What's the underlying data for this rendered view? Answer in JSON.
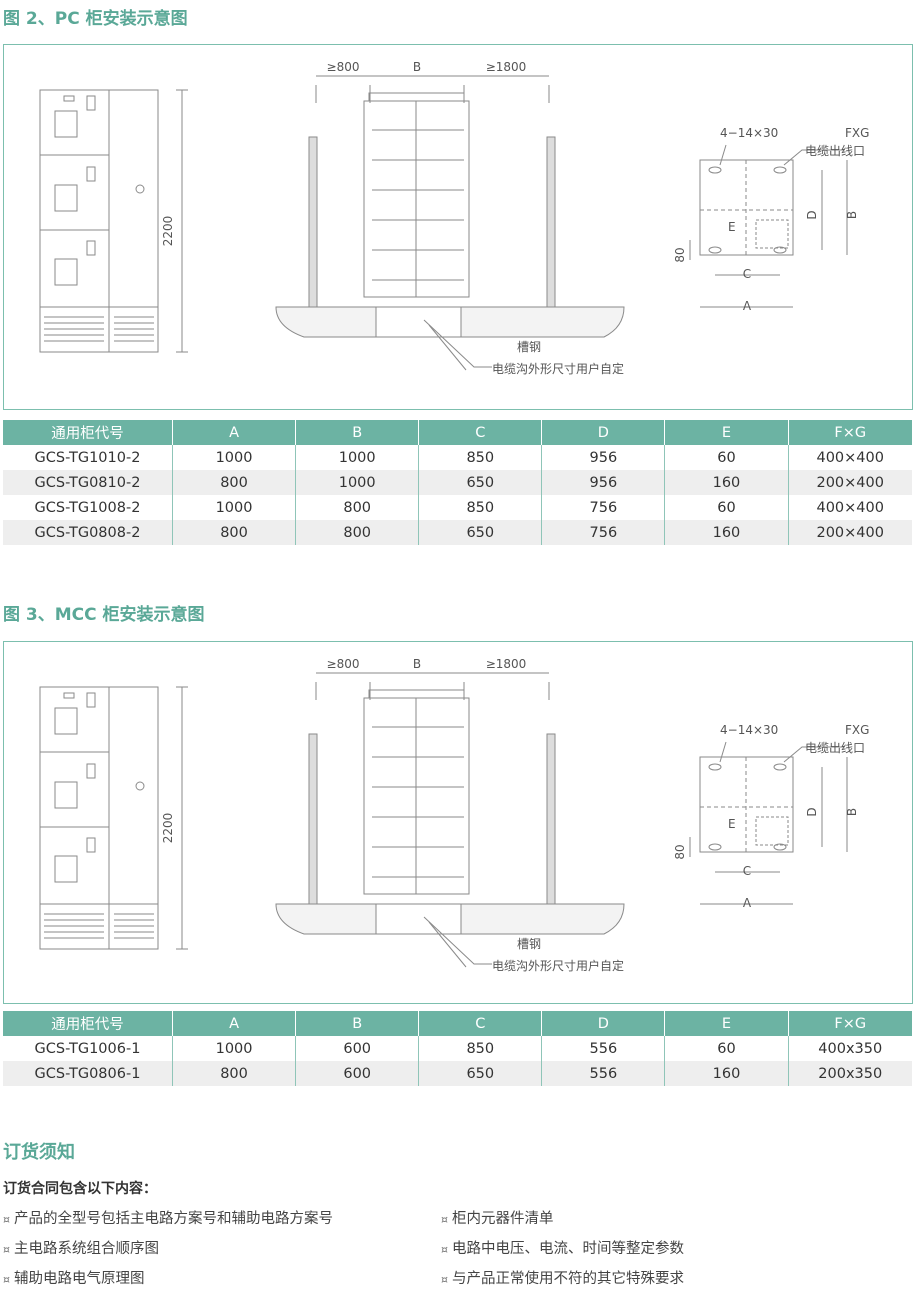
{
  "figure2": {
    "title": "图 2、PC 柜安装示意图",
    "diagram": {
      "height_label": "2200",
      "left_clearance": "≥800",
      "width_label": "B",
      "right_clearance": "≥1800",
      "steel_label": "槽钢",
      "trench_label": "电缆沟外形尺寸用户自定",
      "hole_label": "4−14×30",
      "fxg_label": "FXG",
      "outlet_label": "电缆出线口",
      "dim_a": "A",
      "dim_b": "B",
      "dim_c": "C",
      "dim_d": "D",
      "dim_e": "E",
      "dim_80": "80"
    },
    "table": {
      "headers": [
        "通用柜代号",
        "A",
        "B",
        "C",
        "D",
        "E",
        "F×G"
      ],
      "rows": [
        [
          "GCS-TG1010-2",
          "1000",
          "1000",
          "850",
          "956",
          "60",
          "400×400"
        ],
        [
          "GCS-TG0810-2",
          "800",
          "1000",
          "650",
          "956",
          "160",
          "200×400"
        ],
        [
          "GCS-TG1008-2",
          "1000",
          "800",
          "850",
          "756",
          "60",
          "400×400"
        ],
        [
          "GCS-TG0808-2",
          "800",
          "800",
          "650",
          "756",
          "160",
          "200×400"
        ]
      ]
    }
  },
  "figure3": {
    "title": "图 3、MCC 柜安装示意图",
    "diagram": {
      "height_label": "2200",
      "left_clearance": "≥800",
      "width_label": "B",
      "right_clearance": "≥1800",
      "steel_label": "槽钢",
      "trench_label": "电缆沟外形尺寸用户自定",
      "hole_label": "4−14×30",
      "fxg_label": "FXG",
      "outlet_label": "电缆出线口",
      "dim_a": "A",
      "dim_b": "B",
      "dim_c": "C",
      "dim_d": "D",
      "dim_e": "E",
      "dim_80": "80"
    },
    "table": {
      "headers": [
        "通用柜代号",
        "A",
        "B",
        "C",
        "D",
        "E",
        "F×G"
      ],
      "rows": [
        [
          "GCS-TG1006-1",
          "1000",
          "600",
          "850",
          "556",
          "60",
          "400x350"
        ],
        [
          "GCS-TG0806-1",
          "800",
          "600",
          "650",
          "556",
          "160",
          "200x350"
        ]
      ]
    }
  },
  "ordering": {
    "title": "订货须知",
    "subtitle": "订货合同包含以下内容：",
    "bullet_mark": "¤",
    "items": [
      "产品的全型号包括主电路方案号和辅助电路方案号",
      "柜内元器件清单",
      "主电路系统组合顺序图",
      "电路中电压、电流、时间等整定参数",
      "辅助电路电气原理图",
      "与产品正常使用不符的其它特殊要求"
    ]
  }
}
